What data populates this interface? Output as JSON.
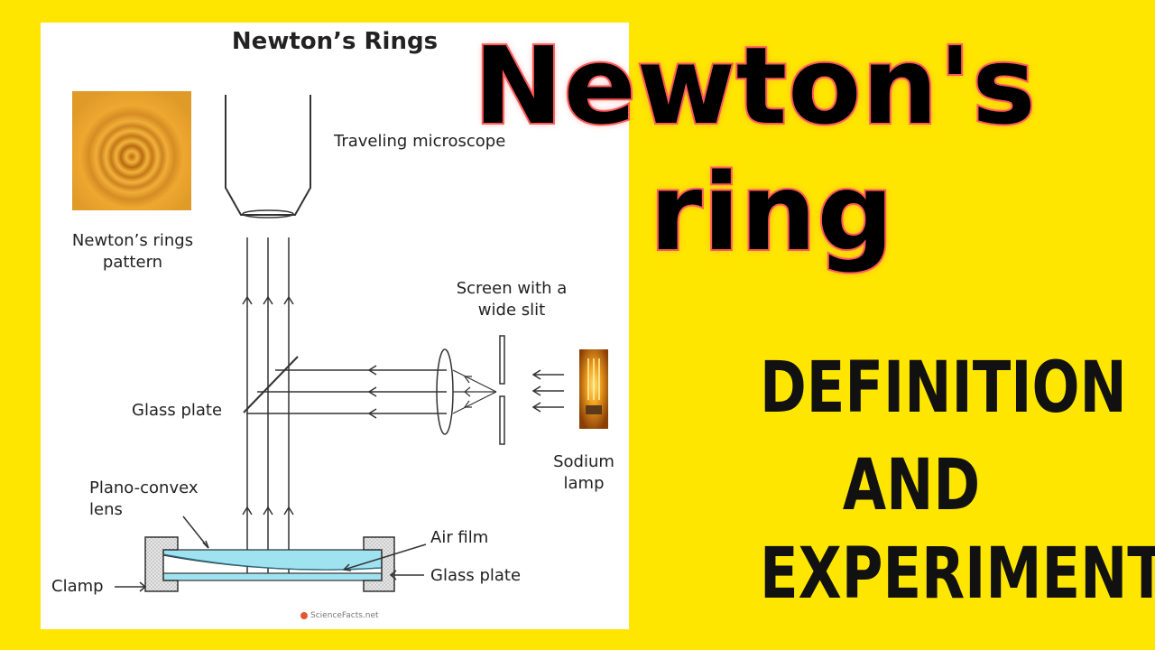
{
  "diagram": {
    "title": "Newton’s Rings",
    "labels": {
      "traveling_microscope": "Traveling microscope",
      "rings_pattern_line1": "Newton’s rings",
      "rings_pattern_line2": "pattern",
      "screen_line1": "Screen with a",
      "screen_line2": "wide slit",
      "glass_plate_top": "Glass plate",
      "sodium_line1": "Sodium",
      "sodium_line2": "lamp",
      "plano_line1": "Plano-convex",
      "plano_line2": "lens",
      "air_film": "Air film",
      "glass_plate_bottom": "Glass plate",
      "clamp": "Clamp"
    },
    "watermark": "ScienceFacts.net"
  },
  "headline": {
    "line1": "Newton's",
    "line2": "ring"
  },
  "subtitle": {
    "line1": "DEFINITION",
    "line2": "AND",
    "line3": "EXPERIMENT"
  },
  "colors": {
    "background": "#FFE600",
    "headline_outline": "#FF5A5A",
    "lens": "#9FE3F0",
    "ring_pattern": "#E89A1E",
    "lamp_glow": "#D9820E"
  }
}
